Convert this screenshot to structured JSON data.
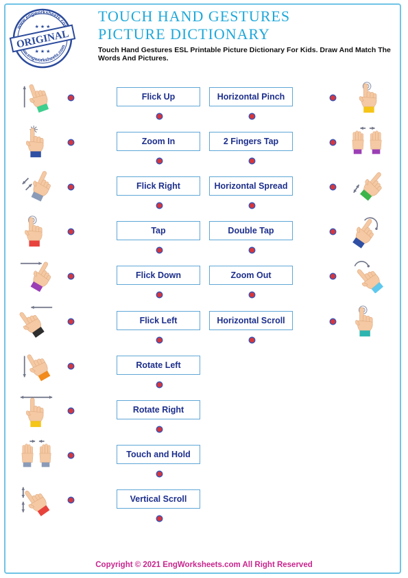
{
  "title": {
    "line1": "TOUCH HAND GESTURES",
    "line2": "PICTURE DICTIONARY"
  },
  "subtitle": "Touch Hand Gestures ESL Printable Picture Dictionary For Kids. Draw And Match The Words And Pictures.",
  "stamp": {
    "word": "ORIGINAL",
    "ring_text": "www.engworksheets.com"
  },
  "words_col1": [
    "Flick Up",
    "Zoom In",
    "Flick Right",
    "Tap",
    "Flick Down",
    "Flick Left",
    "Rotate Left",
    "Rotate Right",
    "Touch and Hold",
    "Vertical Scroll"
  ],
  "words_col2": [
    "Horizontal Pinch",
    "2 Fingers Tap",
    "Horizontal Spread",
    "Double Tap",
    "Zoom Out",
    "Horizontal Scroll"
  ],
  "left_icons": [
    "arrow-up-hand-icon",
    "tap-sparkle-hand-icon",
    "diagonal-arrows-hand-icon",
    "press-finger-hand-icon",
    "arrow-right-hand-icon",
    "arrow-left-hand-icon",
    "arrow-down-hand-icon",
    "two-way-arrow-hand-icon",
    "pinch-arrows-two-hands-icon",
    "vertical-arrows-hand-icon"
  ],
  "right_icons": [
    "ripple-finger-hand-icon",
    "spread-arrows-two-hands-icon",
    "diagonal-spread-hand-icon",
    "rotate-right-hand-icon",
    "rotate-left-hand-icon",
    "hold-ripple-hand-icon"
  ],
  "left_cuff_colors": [
    "#3ecf8e",
    "#2e4fa3",
    "#8a9bb8",
    "#e8423c",
    "#9b3fb5",
    "#2e2e2e",
    "#f28a1c",
    "#f5c518",
    "#8a9bb8",
    "#e8423c"
  ],
  "right_cuff_colors": [
    "#f5c518",
    "#9b3fb5",
    "#3bb54a",
    "#2e4fa3",
    "#5fc8ee",
    "#2fb5b0"
  ],
  "colors": {
    "title": "#1fa8d9",
    "box_border": "#5ea6d6",
    "word_text": "#1d2f8c",
    "dot": "#d8363a",
    "footer": "#c8258e",
    "stamp": "#2b4a9c"
  },
  "footer": "Copyright © 2021 EngWorksheets.com All Right Reserved"
}
